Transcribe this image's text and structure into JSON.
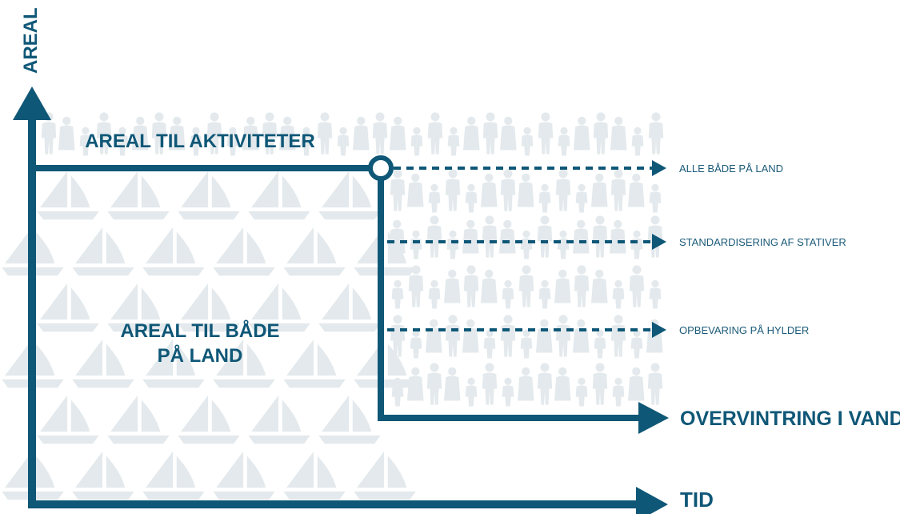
{
  "diagram": {
    "y_axis_label": "AREAL",
    "x_axis_label": "TID",
    "activity_area_label": "AREAL TIL AKTIVITETER",
    "boat_area_label_line1": "AREAL TIL BÅDE",
    "boat_area_label_line2": "PÅ LAND",
    "scenario_1": "ALLE BÅDE PÅ LAND",
    "scenario_2": "STANDARDISERING AF STATIVER",
    "scenario_3": "OPBEVARING PÅ HYLDER",
    "scenario_4": "OVERVINTRING I VAND"
  },
  "colors": {
    "primary": "#0f5777",
    "pattern": "#e3e9ec",
    "background": "#ffffff"
  },
  "icons": {
    "boat_pattern": "sailboat-icon",
    "people_pattern": "people-family-icon"
  }
}
